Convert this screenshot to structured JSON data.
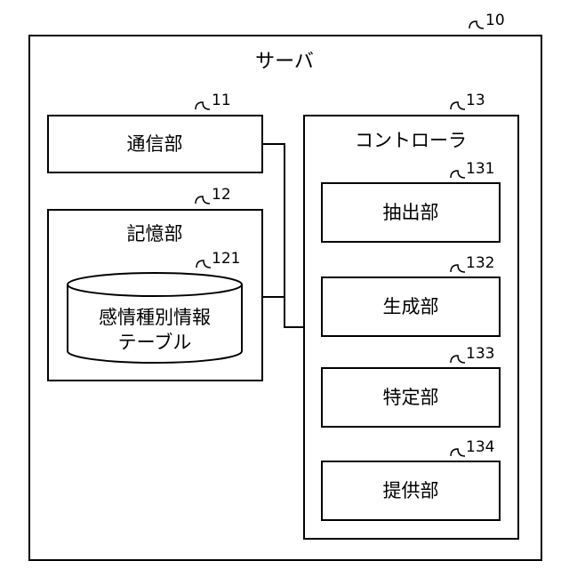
{
  "server": {
    "ref": "10",
    "title": "サーバ"
  },
  "comm_unit": {
    "ref": "11",
    "label": "通信部"
  },
  "storage_unit": {
    "ref": "12",
    "label": "記憶部",
    "table": {
      "ref": "121",
      "line1": "感情種別情報",
      "line2": "テーブル"
    }
  },
  "controller": {
    "ref": "13",
    "title": "コントローラ",
    "units": [
      {
        "ref": "131",
        "label": "抽出部"
      },
      {
        "ref": "132",
        "label": "生成部"
      },
      {
        "ref": "133",
        "label": "特定部"
      },
      {
        "ref": "134",
        "label": "提供部"
      }
    ]
  }
}
